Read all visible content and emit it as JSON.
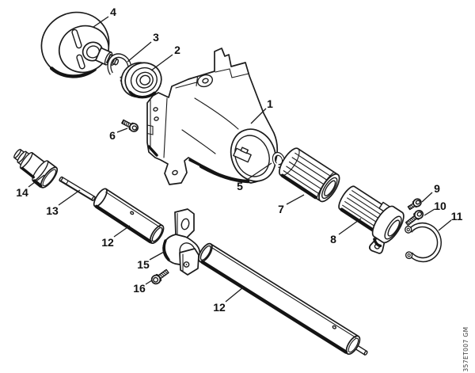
{
  "figure": {
    "kind": "exploded-parts-diagram",
    "caption_side": "357ET007 GM"
  },
  "colors": {
    "background": "#ffffff",
    "line_art": "#1b1b1b",
    "caption_text": "#3a3a3a"
  },
  "callouts": [
    {
      "part": "4",
      "label": "4"
    },
    {
      "part": "3",
      "label": "3"
    },
    {
      "part": "2",
      "label": "2"
    },
    {
      "part": "1",
      "label": "1"
    },
    {
      "part": "6",
      "label": "6"
    },
    {
      "part": "5",
      "label": "5"
    },
    {
      "part": "7",
      "label": "7"
    },
    {
      "part": "8",
      "label": "8"
    },
    {
      "part": "9",
      "label": "9"
    },
    {
      "part": "10",
      "label": "10"
    },
    {
      "part": "11",
      "label": "11"
    },
    {
      "part": "14",
      "label": "14"
    },
    {
      "part": "13",
      "label": "13"
    },
    {
      "part": "12",
      "instance": "upper",
      "label": "12"
    },
    {
      "part": "15",
      "label": "15"
    },
    {
      "part": "16",
      "label": "16"
    },
    {
      "part": "12",
      "instance": "lower",
      "label": "12"
    }
  ]
}
